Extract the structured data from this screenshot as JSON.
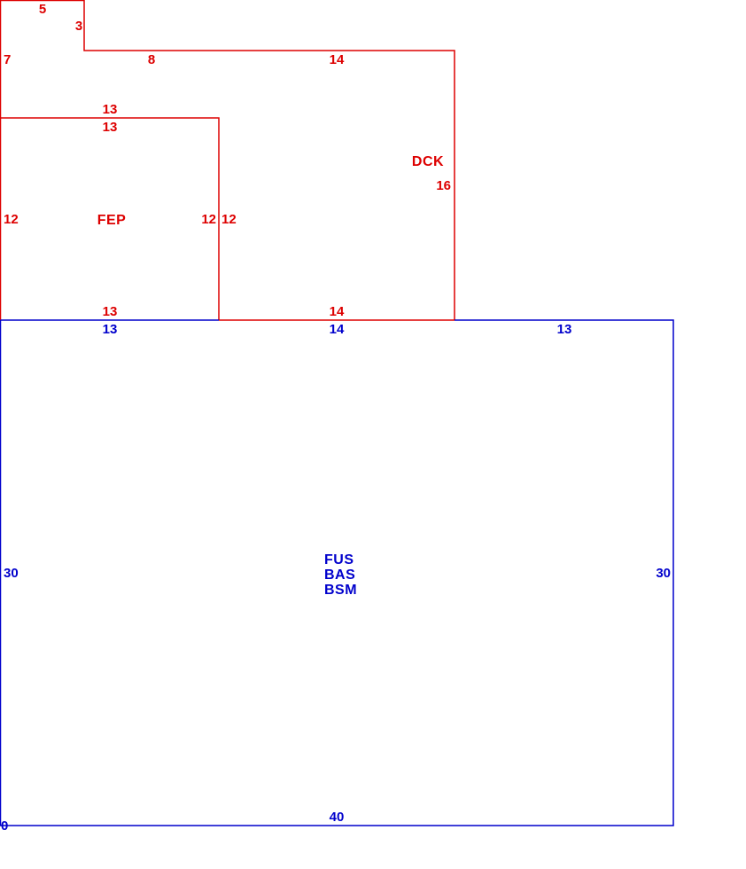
{
  "colors": {
    "upper_outline": "#dd0000",
    "upper_text": "#dd0000",
    "main_outline": "#0000cc",
    "main_text": "#0000cc",
    "background": "#ffffff"
  },
  "upper_structure": {
    "dim_top_step": "5",
    "dim_step_right": "3",
    "dim_left_upper": "7",
    "dim_ledge": "8",
    "dim_top_right": "14",
    "dim_partition_above": "13",
    "dim_partition_below": "13",
    "area_code_dck": "DCK",
    "dim_right": "16",
    "dim_fep_left": "12",
    "area_code_fep": "FEP",
    "dim_fep_right": "12",
    "dim_mid_right": "12",
    "dim_bottom_left": "13",
    "dim_bottom_right": "14"
  },
  "main_structure": {
    "dim_top_left": "13",
    "dim_top_mid": "14",
    "dim_top_right": "13",
    "dim_left": "30",
    "dim_right": "30",
    "dim_bottom": "40",
    "corner_label": "0",
    "area_codes": [
      "FUS",
      "BAS",
      "BSM"
    ]
  }
}
